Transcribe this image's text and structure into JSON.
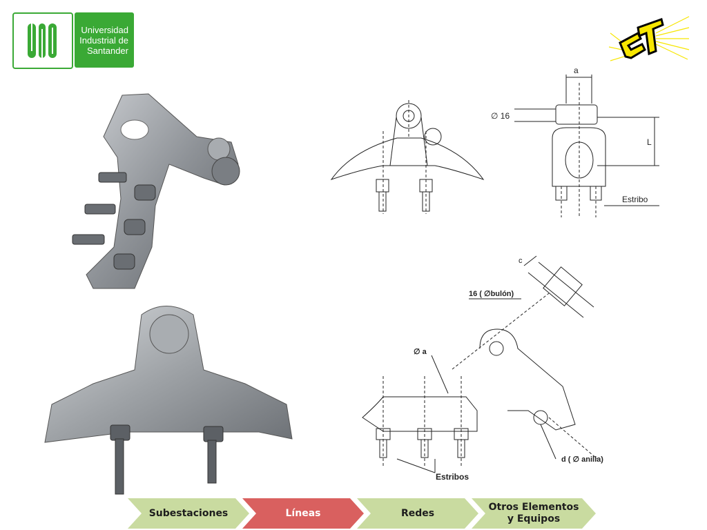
{
  "header": {
    "university_name_lines": [
      "Universidad",
      "Industrial de",
      "Santander"
    ]
  },
  "drawing_top_left": {},
  "drawing_top_right": {
    "dim_a": "a",
    "dim_diameter": "∅ 16",
    "dim_L": "L",
    "label_estribo": "Estribo"
  },
  "drawing_bottom": {
    "dim_c": "c",
    "label_bulon": "16 ( ∅bulón)",
    "label_a": "∅ a",
    "label_anilla": "d ( ∅  anilla)",
    "label_estribos": "Estribos"
  },
  "nav": {
    "items": [
      {
        "label": "Subestaciones",
        "color": "#c9dba0",
        "active": false
      },
      {
        "label": "Líneas",
        "color": "#d9605f",
        "active": true
      },
      {
        "label": "Redes",
        "color": "#c9dba0",
        "active": false
      },
      {
        "label_line1": "Otros Elementos",
        "label_line2": "y Equipos",
        "color": "#c9dba0",
        "active": false
      }
    ]
  },
  "colors": {
    "uis_green": "#3aa935",
    "et_yellow": "#f7e600",
    "nav_green": "#c9dba0",
    "nav_red": "#d9605f"
  }
}
